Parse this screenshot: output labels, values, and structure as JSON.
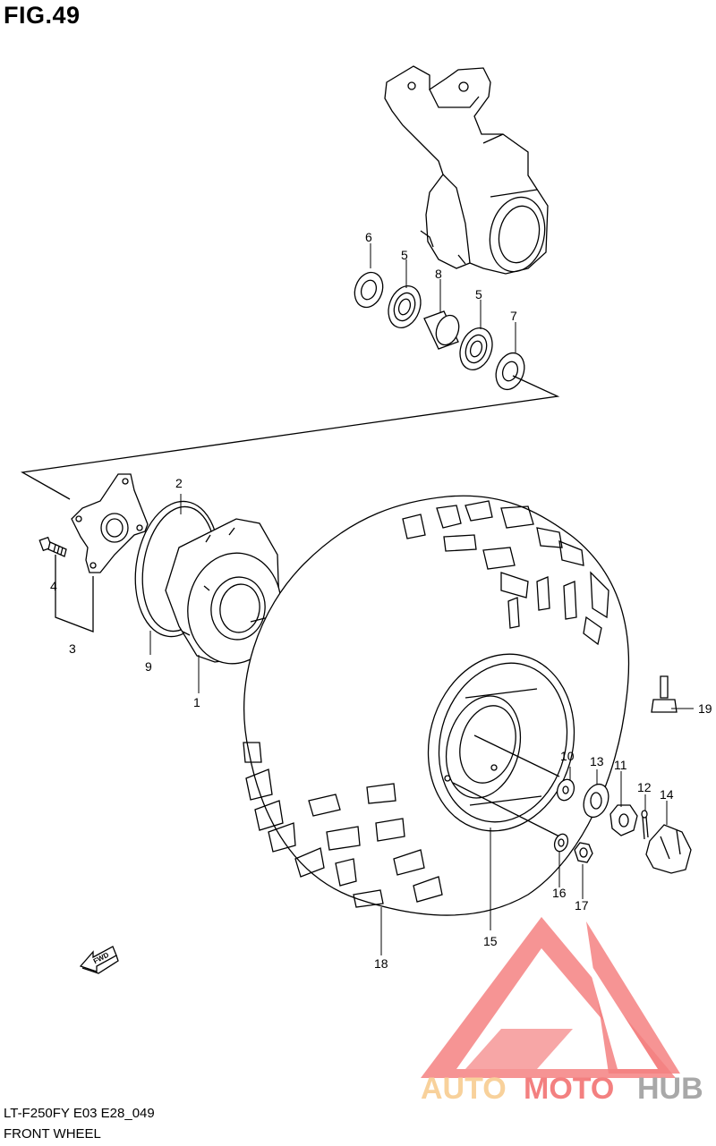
{
  "figure": {
    "title": "FIG.49",
    "code": "LT-F250FY E03 E28_049",
    "name": "FRONT WHEEL"
  },
  "fwd_label": "FWD",
  "labels": [
    {
      "id": "1",
      "text": "1"
    },
    {
      "id": "2",
      "text": "2"
    },
    {
      "id": "3",
      "text": "3"
    },
    {
      "id": "4",
      "text": "4"
    },
    {
      "id": "5a",
      "text": "5"
    },
    {
      "id": "5b",
      "text": "5"
    },
    {
      "id": "6",
      "text": "6"
    },
    {
      "id": "7",
      "text": "7"
    },
    {
      "id": "8",
      "text": "8"
    },
    {
      "id": "9",
      "text": "9"
    },
    {
      "id": "10",
      "text": "10"
    },
    {
      "id": "11",
      "text": "11"
    },
    {
      "id": "12",
      "text": "12"
    },
    {
      "id": "13",
      "text": "13"
    },
    {
      "id": "14",
      "text": "14"
    },
    {
      "id": "15",
      "text": "15"
    },
    {
      "id": "16",
      "text": "16"
    },
    {
      "id": "17",
      "text": "17"
    },
    {
      "id": "18",
      "text": "18"
    },
    {
      "id": "19",
      "text": "19"
    }
  ],
  "watermark": {
    "text_auto": "AUTO",
    "text_moto": "MOTO",
    "text_hub": "HUB",
    "color_primary": "#f26b6b",
    "color_auto": "#f7c98a",
    "color_hub": "#9a9a9a"
  }
}
